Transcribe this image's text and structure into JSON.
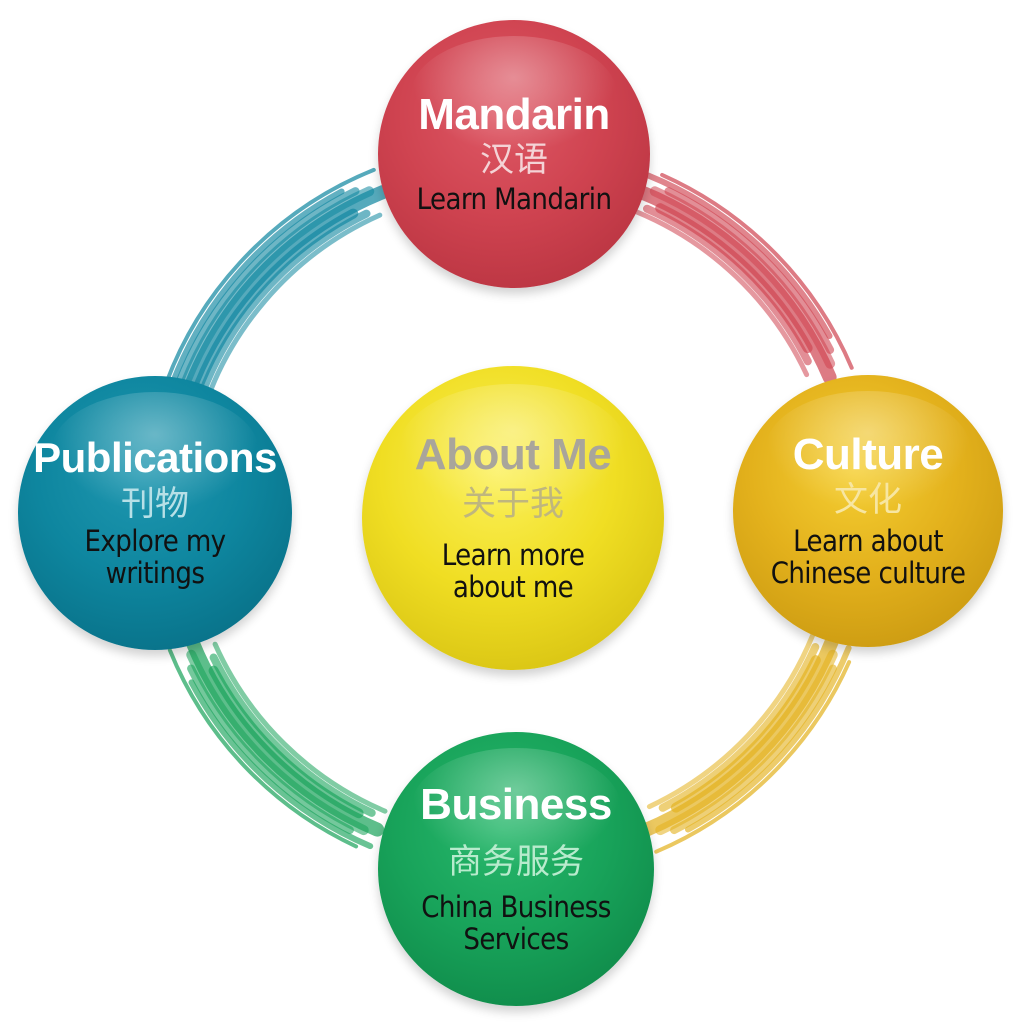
{
  "colors": {
    "mandarin": "#cf4350",
    "about": "#f0de23",
    "culture": "#e3b11c",
    "publications": "#0e869f",
    "business": "#18a35a"
  },
  "nodes": {
    "mandarin": {
      "title": "Mandarin",
      "chinese": "汉语",
      "subtitle": "Learn Mandarin"
    },
    "about": {
      "title": "About Me",
      "chinese": "关于我",
      "subtitle_line1": "Learn more",
      "subtitle_line2": "about me"
    },
    "culture": {
      "title": "Culture",
      "chinese": "文化",
      "subtitle_line1": "Learn about",
      "subtitle_line2": "Chinese culture"
    },
    "publications": {
      "title": "Publications",
      "chinese": "刊物",
      "subtitle_line1": "Explore my",
      "subtitle_line2": "writings"
    },
    "business": {
      "title": "Business",
      "chinese": "商务服务",
      "subtitle_line1": "China Business",
      "subtitle_line2": "Services"
    }
  }
}
